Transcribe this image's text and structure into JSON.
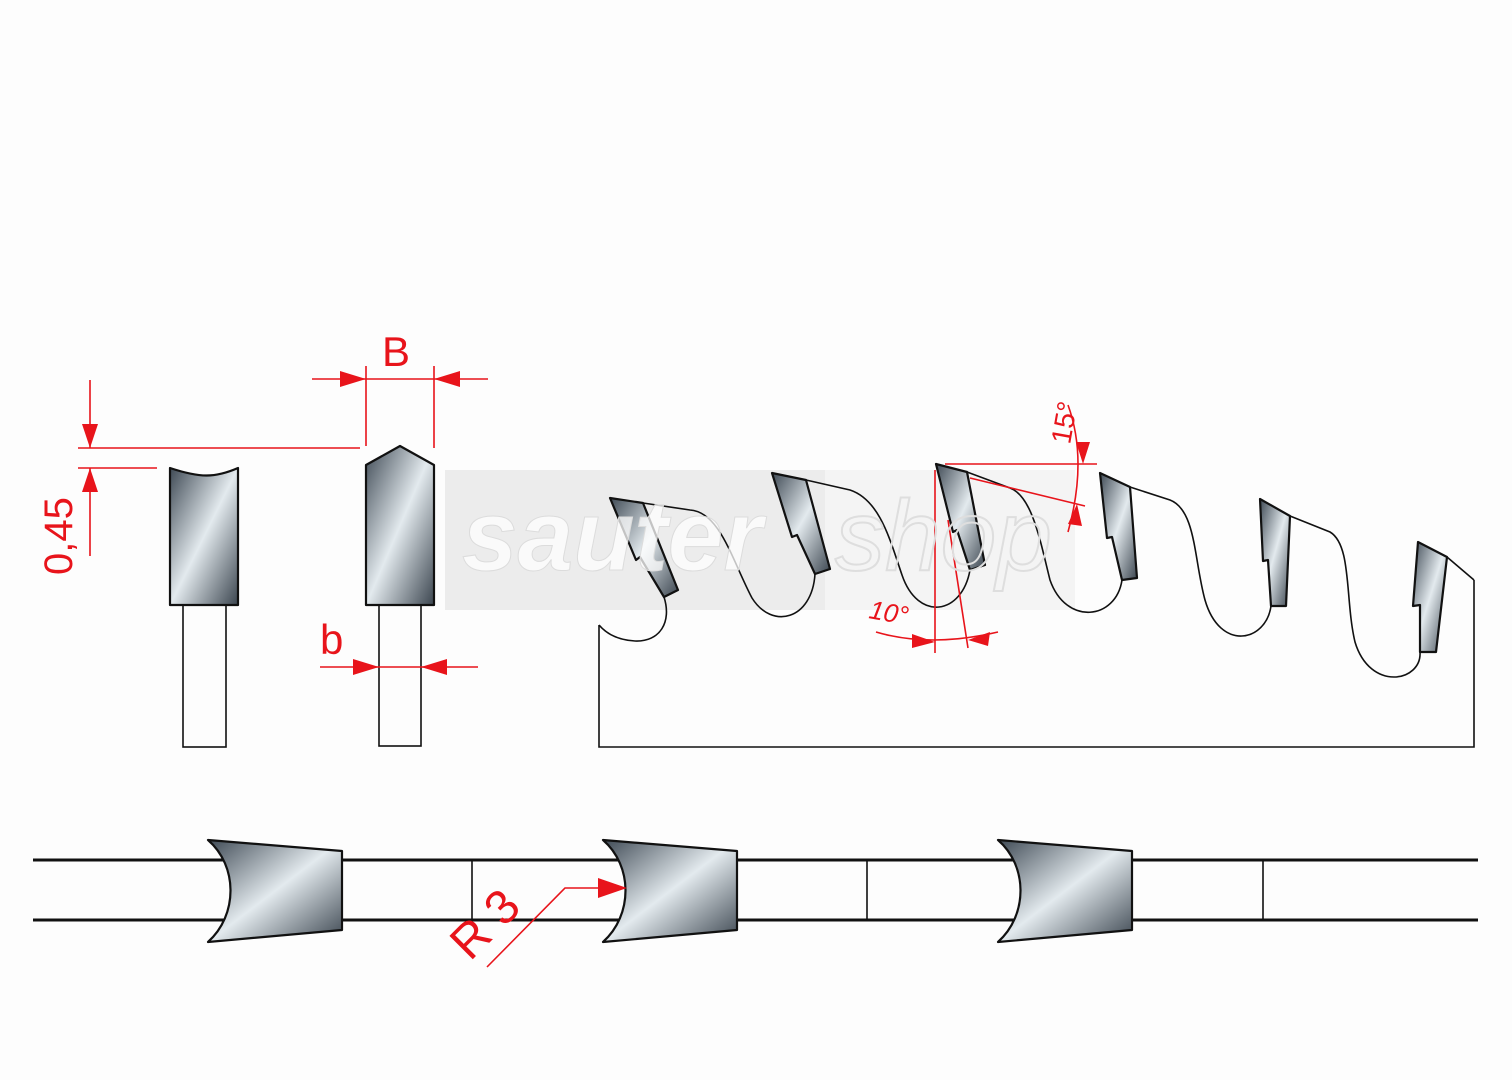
{
  "watermark": {
    "part1": "sauter",
    "part2": "shop"
  },
  "dimensions": {
    "tooth_width": "B",
    "body_thickness": "b",
    "chamfer_height": "0,45",
    "hook_angle": "10°",
    "clearance_angle": "15°",
    "radius": "R 3"
  },
  "colors": {
    "dimension": "#e8141b",
    "outline": "#111111"
  }
}
